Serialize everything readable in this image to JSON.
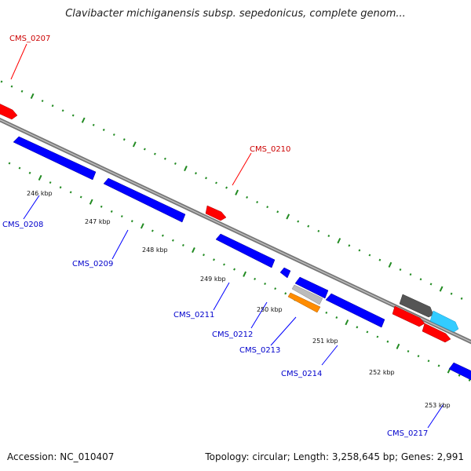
{
  "title": "Clavibacter michiganensis subsp. sepedonicus, complete genom...",
  "accession": "Accession: NC_010407",
  "summary": "Topology: circular; Length: 3,258,645 bp; Genes: 2,991",
  "colors": {
    "forward_strand": "#ff0000",
    "reverse_strand": "#0000ff",
    "backbone": "#808080",
    "tick": "#228b22",
    "label_forward": "#cc0000",
    "label_reverse": "#0000cc",
    "gene_dark_gray": "#555555",
    "gene_cyan": "#33ccff",
    "gene_orange": "#ff8c00",
    "gene_light_gray": "#bbbbbb"
  },
  "ticks": [
    {
      "label": "246 kbp"
    },
    {
      "label": "247 kbp"
    },
    {
      "label": "248 kbp"
    },
    {
      "label": "249 kbp"
    },
    {
      "label": "250 kbp"
    },
    {
      "label": "251 kbp"
    },
    {
      "label": "252 kbp"
    },
    {
      "label": "253 kbp"
    }
  ],
  "gene_labels": [
    {
      "name": "CMS_0207",
      "strand": "forward"
    },
    {
      "name": "CMS_0208",
      "strand": "reverse"
    },
    {
      "name": "CMS_0209",
      "strand": "reverse"
    },
    {
      "name": "CMS_0210",
      "strand": "forward"
    },
    {
      "name": "CMS_0211",
      "strand": "reverse"
    },
    {
      "name": "CMS_0212",
      "strand": "reverse"
    },
    {
      "name": "CMS_0213",
      "strand": "reverse"
    },
    {
      "name": "CMS_0214",
      "strand": "reverse"
    },
    {
      "name": "CMS_0217",
      "strand": "reverse"
    }
  ]
}
